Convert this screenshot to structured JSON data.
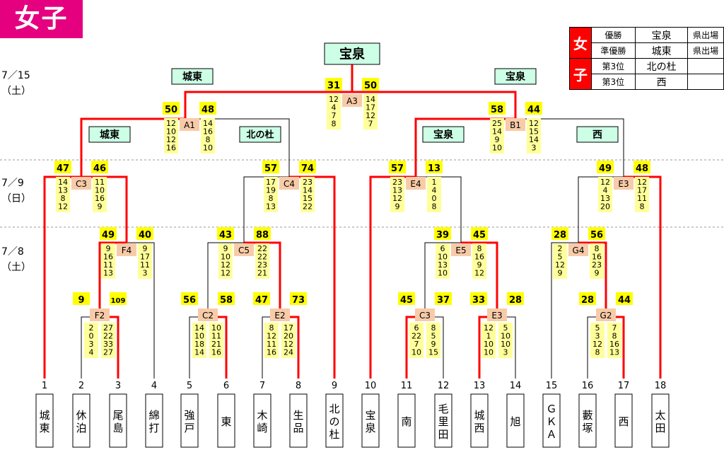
{
  "header": {
    "title": "女子"
  },
  "dates": {
    "round_final": "7／15\n（土）",
    "round_mid": "7／9\n（日）",
    "round_early": "7／8\n（土）"
  },
  "results": {
    "girls_label_top": "女",
    "girls_label_bottom": "子",
    "rows": [
      {
        "rank": "優勝",
        "team": "宝泉",
        "note": "県出場"
      },
      {
        "rank": "準優勝",
        "team": "城東",
        "note": "県出場"
      },
      {
        "rank": "第3位",
        "team": "北の杜",
        "note": ""
      },
      {
        "rank": "第3位",
        "team": "西",
        "note": ""
      }
    ]
  },
  "teams": [
    {
      "num": "1",
      "name": "城東"
    },
    {
      "num": "2",
      "name": "休泊"
    },
    {
      "num": "3",
      "name": "尾島"
    },
    {
      "num": "4",
      "name": "綿打"
    },
    {
      "num": "5",
      "name": "強戸"
    },
    {
      "num": "6",
      "name": "東"
    },
    {
      "num": "7",
      "name": "木崎"
    },
    {
      "num": "8",
      "name": "生品"
    },
    {
      "num": "9",
      "name": "北の杜"
    },
    {
      "num": "10",
      "name": "宝泉"
    },
    {
      "num": "11",
      "name": "南"
    },
    {
      "num": "12",
      "name": "毛里田"
    },
    {
      "num": "13",
      "name": "城西"
    },
    {
      "num": "14",
      "name": "旭"
    },
    {
      "num": "15",
      "name": "ＧＫＡ"
    },
    {
      "num": "16",
      "name": "藪塚"
    },
    {
      "num": "17",
      "name": "西"
    },
    {
      "num": "18",
      "name": "太田"
    }
  ],
  "winners": {
    "champion": "宝泉",
    "A1": "城東",
    "A3r": "宝泉",
    "C3": "城東",
    "C4": "北の杜",
    "E4": "宝泉",
    "E3": "西"
  },
  "matches": [
    {
      "id": "F2",
      "ls": "9",
      "rs": "109",
      "lq": [
        "2",
        "0",
        "3",
        "4"
      ],
      "rq": [
        "27",
        "22",
        "33",
        "27"
      ]
    },
    {
      "id": "C2",
      "ls": "56",
      "rs": "58",
      "lq": [
        "14",
        "10",
        "18",
        "14"
      ],
      "rq": [
        "10",
        "11",
        "21",
        "16"
      ]
    },
    {
      "id": "E2",
      "ls": "47",
      "rs": "73",
      "lq": [
        "8",
        "12",
        "11",
        "16"
      ],
      "rq": [
        "17",
        "20",
        "12",
        "24"
      ]
    },
    {
      "id": "C3",
      "ls": "45",
      "rs": "37",
      "lq": [
        "6",
        "22",
        "7",
        "10"
      ],
      "rq": [
        "8",
        "5",
        "9",
        "15"
      ]
    },
    {
      "id": "E3",
      "ls": "33",
      "rs": "28",
      "lq": [
        "12",
        "1",
        "10",
        "10"
      ],
      "rq": [
        "5",
        "10",
        "10",
        "3"
      ]
    },
    {
      "id": "G2",
      "ls": "28",
      "rs": "44",
      "lq": [
        "5",
        "3",
        "12",
        "8"
      ],
      "rq": [
        "7",
        "8",
        "16",
        "13"
      ]
    },
    {
      "id": "F4",
      "ls": "49",
      "rs": "40",
      "lq": [
        "9",
        "16",
        "11",
        "13"
      ],
      "rq": [
        "9",
        "17",
        "11",
        "3"
      ]
    },
    {
      "id": "C5",
      "ls": "43",
      "rs": "88",
      "lq": [
        "9",
        "10",
        "12",
        "12"
      ],
      "rq": [
        "22",
        "22",
        "23",
        "21"
      ]
    },
    {
      "id": "E5",
      "ls": "39",
      "rs": "45",
      "lq": [
        "6",
        "10",
        "13",
        "10"
      ],
      "rq": [
        "8",
        "16",
        "9",
        "12"
      ]
    },
    {
      "id": "G4",
      "ls": "28",
      "rs": "56",
      "lq": [
        "2",
        "5",
        "12",
        "9"
      ],
      "rq": [
        "8",
        "16",
        "23",
        "9"
      ]
    },
    {
      "id": "C3",
      "ls": "47",
      "rs": "46",
      "lq": [
        "14",
        "13",
        "8",
        "12"
      ],
      "rq": [
        "11",
        "10",
        "16",
        "9"
      ]
    },
    {
      "id": "C4",
      "ls": "57",
      "rs": "74",
      "lq": [
        "17",
        "19",
        "8",
        "13"
      ],
      "rq": [
        "23",
        "14",
        "15",
        "22"
      ]
    },
    {
      "id": "E4",
      "ls": "57",
      "rs": "13",
      "lq": [
        "23",
        "13",
        "12",
        "9"
      ],
      "rq": [
        "1",
        "4",
        "0",
        "8"
      ]
    },
    {
      "id": "E3",
      "ls": "49",
      "rs": "48",
      "lq": [
        "12",
        "4",
        "13",
        "20"
      ],
      "rq": [
        "12",
        "17",
        "11",
        "8"
      ]
    },
    {
      "id": "A1",
      "ls": "50",
      "rs": "48",
      "lq": [
        "12",
        "10",
        "12",
        "16"
      ],
      "rq": [
        "14",
        "16",
        "8",
        "10"
      ]
    },
    {
      "id": "B1",
      "ls": "58",
      "rs": "44",
      "lq": [
        "25",
        "14",
        "9",
        "10"
      ],
      "rq": [
        "12",
        "15",
        "14",
        "3"
      ]
    },
    {
      "id": "A3",
      "ls": "31",
      "rs": "50",
      "lq": [
        "12",
        "4",
        "7",
        "8"
      ],
      "rq": [
        "14",
        "17",
        "12",
        "7"
      ]
    }
  ],
  "colors": {
    "win": "#ff0000",
    "line": "#000000",
    "score": "#ffff00",
    "quarter": "#ffff99",
    "mid": "#f8cba8",
    "winner_box": "#ccffe6",
    "guide": "#999999"
  }
}
